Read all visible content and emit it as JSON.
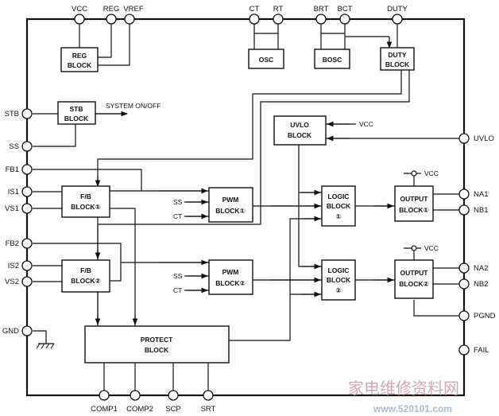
{
  "pins": {
    "vcc": "VCC",
    "reg": "REG",
    "vref": "VREF",
    "ct": "CT",
    "rt": "RT",
    "brt": "BRT",
    "bct": "BCT",
    "duty": "DUTY",
    "stb": "STB",
    "ss": "SS",
    "fb1": "FB1",
    "is1": "IS1",
    "vs1": "VS1",
    "fb2": "FB2",
    "is2": "IS2",
    "vs2": "VS2",
    "gnd": "GND",
    "uvlo": "UVLO",
    "na1": "NA1",
    "nb1": "NB1",
    "na2": "NA2",
    "nb2": "NB2",
    "pgnd": "PGND",
    "fail": "FAIL",
    "comp1": "COMP1",
    "comp2": "COMP2",
    "scp": "SCP",
    "srt": "SRT"
  },
  "blocks": {
    "reg": [
      "REG",
      "BLOCK"
    ],
    "osc": [
      "OSC"
    ],
    "bosc": [
      "BOSC"
    ],
    "duty": [
      "DUTY",
      "BLOCK"
    ],
    "stb": [
      "STB",
      "BLOCK"
    ],
    "uvlo": [
      "UVLO",
      "BLOCK"
    ],
    "fb1": [
      "F/B",
      "BLOCK①"
    ],
    "fb2": [
      "F/B",
      "BLOCK②"
    ],
    "pwm1": [
      "PWM",
      "BLOCK①"
    ],
    "pwm2": [
      "PWM",
      "BLOCK②"
    ],
    "logic1": [
      "LOGIC",
      "BLOCK",
      "①"
    ],
    "logic2": [
      "LOGIC",
      "BLOCK",
      "②"
    ],
    "out1": [
      "OUTPUT",
      "BLOCK①"
    ],
    "out2": [
      "OUTPUT",
      "BLOCK②"
    ],
    "protect": [
      "PROTECT",
      "BLOCK"
    ]
  },
  "signals": {
    "system_onoff": "SYSTEM  ON/OFF",
    "uvlo_vcc": "VCC",
    "pwm1_ss": "SS",
    "pwm1_ct": "CT",
    "pwm2_ss": "SS",
    "pwm2_ct": "CT",
    "out1_vcc": "VCC",
    "out2_vcc": "VCC"
  },
  "watermark": {
    "chinese": "家电维修资料网",
    "url": "www.520101.com"
  }
}
